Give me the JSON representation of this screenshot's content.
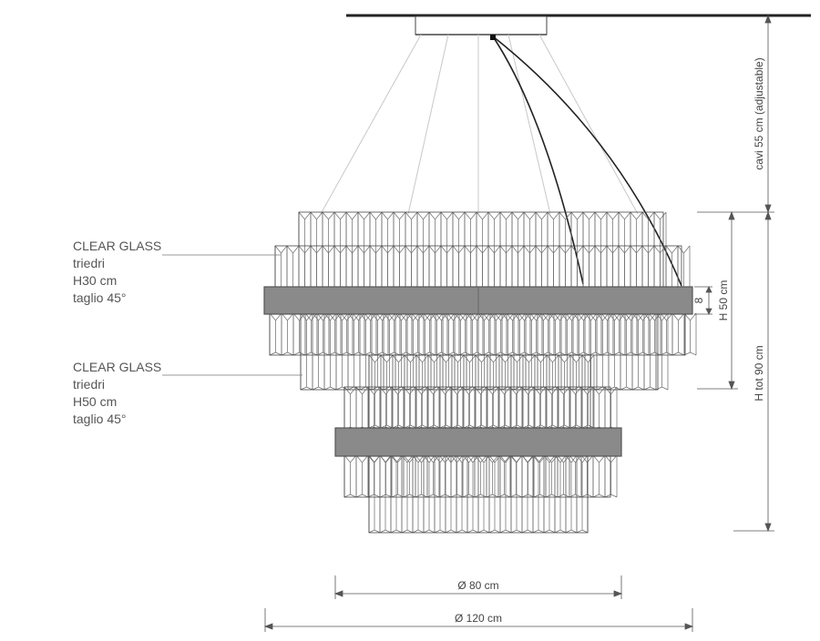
{
  "annotations": {
    "upper_glass": [
      "CLEAR GLASS",
      "triedri",
      "H30 cm",
      "taglio 45°"
    ],
    "lower_glass": [
      "CLEAR GLASS",
      "triedri",
      "H50 cm",
      "taglio 45°"
    ]
  },
  "dimensions": {
    "cables": "cavi 55 cm (adjustable)",
    "band_height": "8",
    "upper_tier_height": "H 50 cm",
    "total_height": "H tot 90 cm",
    "lower_diameter": "Ø 80 cm",
    "upper_diameter": "Ø 120 cm"
  },
  "colors": {
    "line": "#555555",
    "band": "#8a8a8a",
    "glass": "#6a6a6a",
    "cable": "#222222"
  }
}
